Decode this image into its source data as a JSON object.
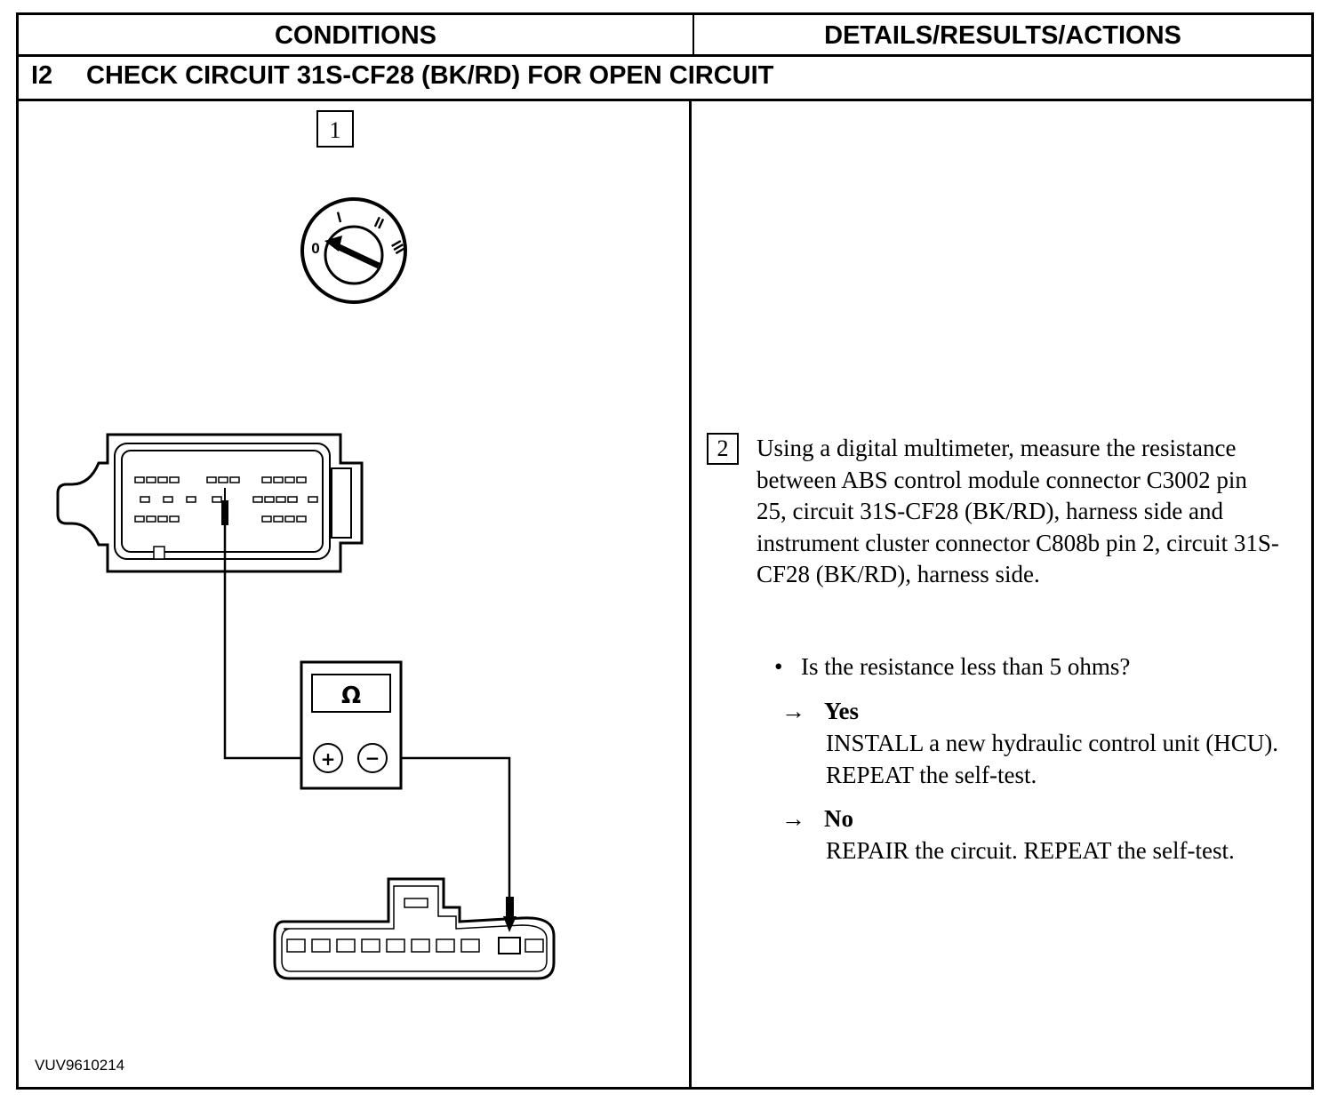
{
  "header": {
    "conditions": "CONDITIONS",
    "details": "DETAILS/RESULTS/ACTIONS"
  },
  "step": {
    "number": "I2",
    "title": "CHECK CIRCUIT 31S-CF28 (BK/RD) FOR OPEN CIRCUIT"
  },
  "diagram": {
    "step_number": "1",
    "ignition_positions": [
      "0",
      "I",
      "II",
      "III"
    ],
    "meter_symbol": "Ω",
    "meter_plus": "+",
    "meter_minus": "−",
    "figure_id": "VUV9610214"
  },
  "details": {
    "step_number": "2",
    "instruction": "Using a digital multimeter, measure the resistance between ABS control module connector C3002 pin 25, circuit 31S-CF28 (BK/RD), harness side and instrument cluster connector C808b pin 2, circuit 31S-CF28 (BK/RD), harness side.",
    "bullet": "•",
    "question": "Is the resistance less than 5 ohms?",
    "arrow": "→",
    "yes_label": "Yes",
    "yes_action": "INSTALL a new hydraulic control unit (HCU). REPEAT the self-test.",
    "no_label": "No",
    "no_action": "REPAIR the circuit. REPEAT the self-test."
  }
}
